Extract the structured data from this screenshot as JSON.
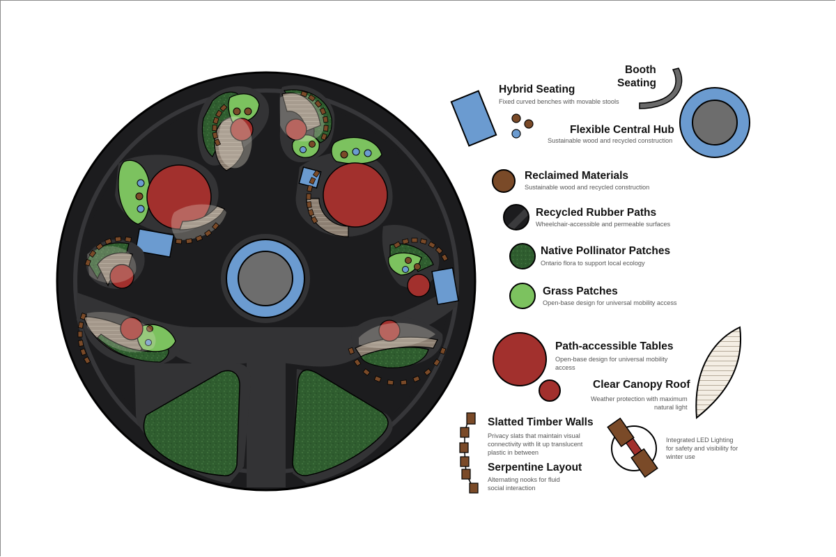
{
  "colors": {
    "paving": "#1c1c1e",
    "path": "#3b3b3d",
    "pollinator": "#2e5b2e",
    "grass": "#7cc25f",
    "table": "#a2302d",
    "hub": "#6b9bd0",
    "hub_center": "#6d6d6d",
    "timber": "#7a4a28",
    "canopy": "#f3ede2",
    "booth": "#6a6a6a"
  },
  "legend": {
    "booth": {
      "title_line1": "Booth",
      "title_line2": "Seating",
      "icon": "curved-booth-icon"
    },
    "hybrid": {
      "title": "Hybrid Seating",
      "desc": "Fixed curved benches with movable stools",
      "icon": "stool-cluster-icon"
    },
    "hub": {
      "title": "Flexible Central Hub",
      "desc": "Sustainable wood and recycled construction",
      "icon": "central-hub-icon"
    },
    "reclaimed": {
      "title": "Reclaimed Materials",
      "desc": "Sustainable wood and recycled construction",
      "icon": "wood-circle-icon"
    },
    "rubber": {
      "title": "Recycled Rubber Paths",
      "desc": "Wheelchair-accessible and permeable surfaces",
      "icon": "rubber-circle-icon"
    },
    "pollinator": {
      "title": "Native Pollinator Patches",
      "desc": "Ontario flora to support local ecology",
      "icon": "pollinator-circle-icon"
    },
    "grass": {
      "title": "Grass Patches",
      "desc": "Open-base design for universal mobility access",
      "icon": "grass-circle-icon"
    },
    "tables": {
      "title": "Path-accessible Tables",
      "desc": "Open-base design for universal mobility access",
      "icon": "table-circles-icon"
    },
    "canopy": {
      "title": "Clear Canopy Roof",
      "desc_line1": "Weather protection with maximum",
      "desc_line2": "natural light",
      "icon": "canopy-leaf-icon"
    },
    "timber": {
      "title": "Slatted Timber Walls",
      "desc_line1": "Privacy slats that maintain visual",
      "desc_line2": "connectivity with lit up translucent",
      "desc_line3": "plastic in between",
      "icon": "timber-chain-icon"
    },
    "serpentine": {
      "title": "Serpentine Layout",
      "desc_line1": "Alternating nooks for fluid",
      "desc_line2": "social interaction"
    },
    "led": {
      "desc_line1": "Integrated LED Lighting",
      "desc_line2": "for safety and visibility for",
      "desc_line3": "winter use",
      "icon": "led-lighting-icon"
    }
  }
}
